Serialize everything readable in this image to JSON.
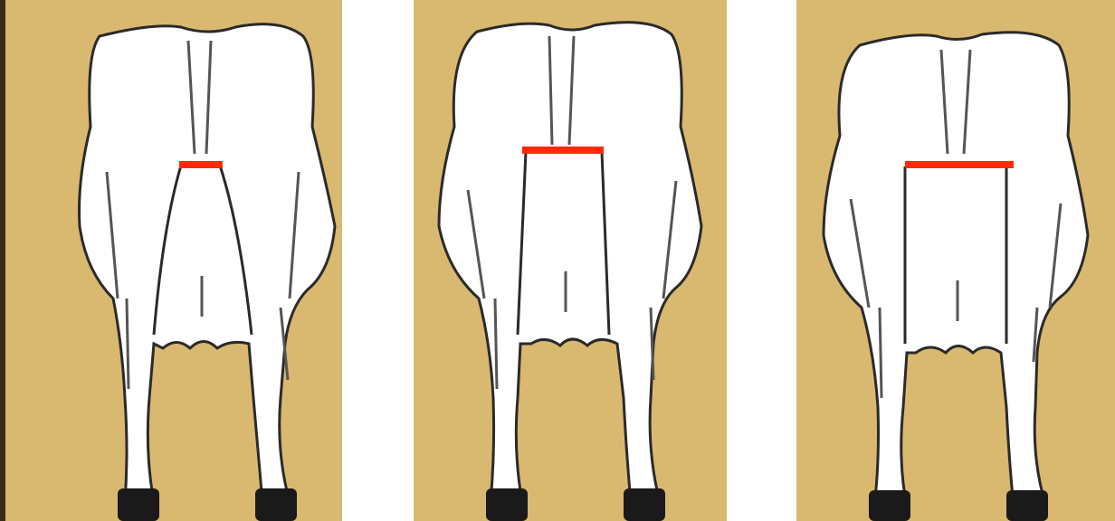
{
  "figure": {
    "kind": "cow rear-view illustrations comparing rear udder width",
    "colors": {
      "background": "#d9b870",
      "body": "#ffffff",
      "outline": "#2a2a2a",
      "hoof": "#1a1a1a",
      "width_marker": "#ff2a0a"
    },
    "panels": [
      {
        "id": "panel-1",
        "rear_udder_width": "narrow",
        "marker_width_fraction": 0.13
      },
      {
        "id": "panel-2",
        "rear_udder_width": "intermediate",
        "marker_width_fraction": 0.26
      },
      {
        "id": "panel-3",
        "rear_udder_width": "wide",
        "marker_width_fraction": 0.34
      }
    ]
  }
}
